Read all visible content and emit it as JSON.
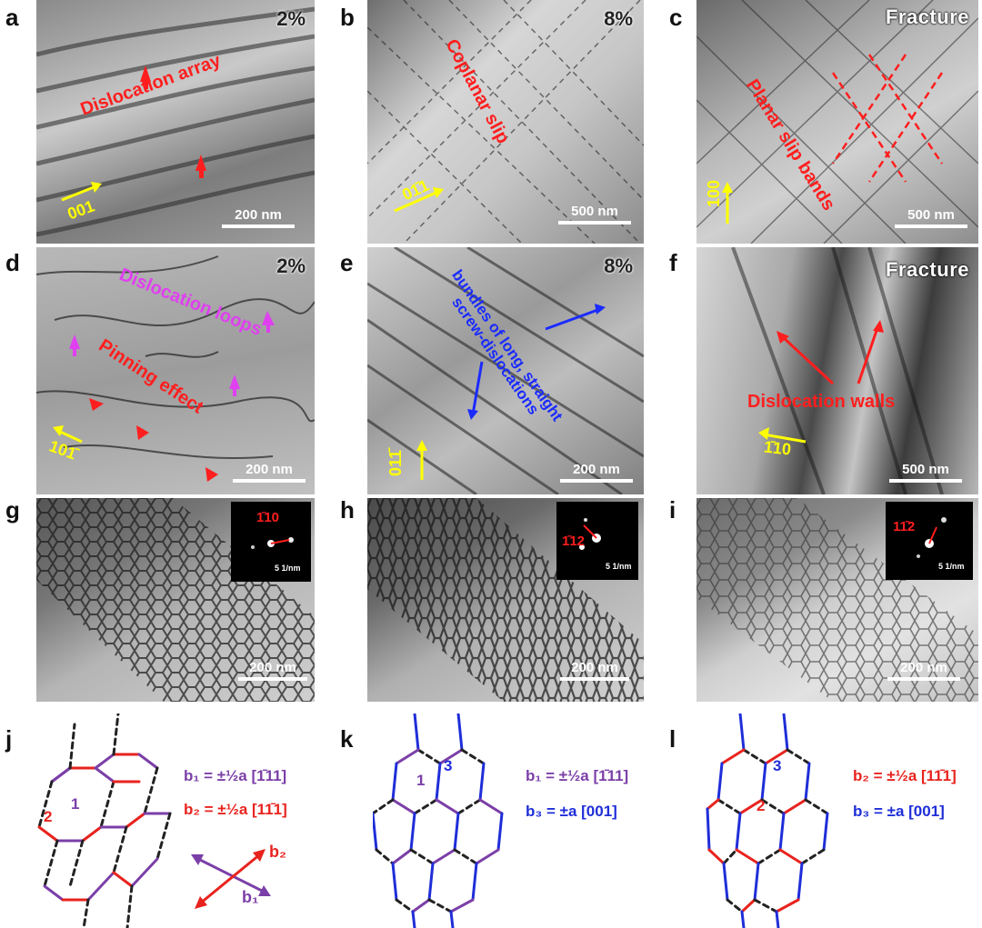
{
  "panels": {
    "a": {
      "letter": "a",
      "strain": "2%",
      "label": "Dislocation array",
      "direction": "001",
      "scale": "200 nm"
    },
    "b": {
      "letter": "b",
      "strain": "8%",
      "label": "Coplanar slip",
      "direction": "01̄1",
      "scale": "500 nm"
    },
    "c": {
      "letter": "c",
      "strain": "Fracture",
      "label": "Planar slip bands",
      "direction": "100",
      "scale": "500 nm"
    },
    "d": {
      "letter": "d",
      "strain": "2%",
      "label1": "Dislocation loops",
      "label2": "Pinning effect",
      "direction": "101̄",
      "scale": "200 nm"
    },
    "e": {
      "letter": "e",
      "strain": "8%",
      "label1": "bundles of long, straight",
      "label2": "screw-dislocations",
      "direction": "011̄",
      "scale": "200 nm"
    },
    "f": {
      "letter": "f",
      "strain": "Fracture",
      "label": "Dislocation walls",
      "direction": "1̄10",
      "scale": "500 nm"
    },
    "g": {
      "letter": "g",
      "inset_g": "1̄10",
      "inset_scale": "5 1/nm",
      "scale": "200 nm"
    },
    "h": {
      "letter": "h",
      "inset_g": "1̄12",
      "inset_scale": "5 1/nm",
      "scale": "200 nm"
    },
    "i": {
      "letter": "i",
      "inset_g": "11̄2",
      "inset_scale": "5 1/nm",
      "scale": "200 nm"
    },
    "j": {
      "letter": "j",
      "eq1": "b₁ = ±½a [1̄11]",
      "eq2": "b₂ = ±½a [11̄1]",
      "n1": "1",
      "n2": "2",
      "arrow_b1": "b₁",
      "arrow_b2": "b₂"
    },
    "k": {
      "letter": "k",
      "eq1": "b₁ = ±½a [1̄11]",
      "eq2": "b₃ = ±a [001]",
      "n1": "1",
      "n3": "3"
    },
    "l": {
      "letter": "l",
      "eq1": "b₂ = ±½a [11̄1]",
      "eq2": "b₃ = ±a [001]",
      "n2": "2",
      "n3": "3"
    }
  },
  "colors": {
    "b1": "#7b3fa8",
    "b2": "#e8231e",
    "b3": "#1f2ed8",
    "red_label": "#ff1e1e",
    "yellow": "#ffff00"
  }
}
